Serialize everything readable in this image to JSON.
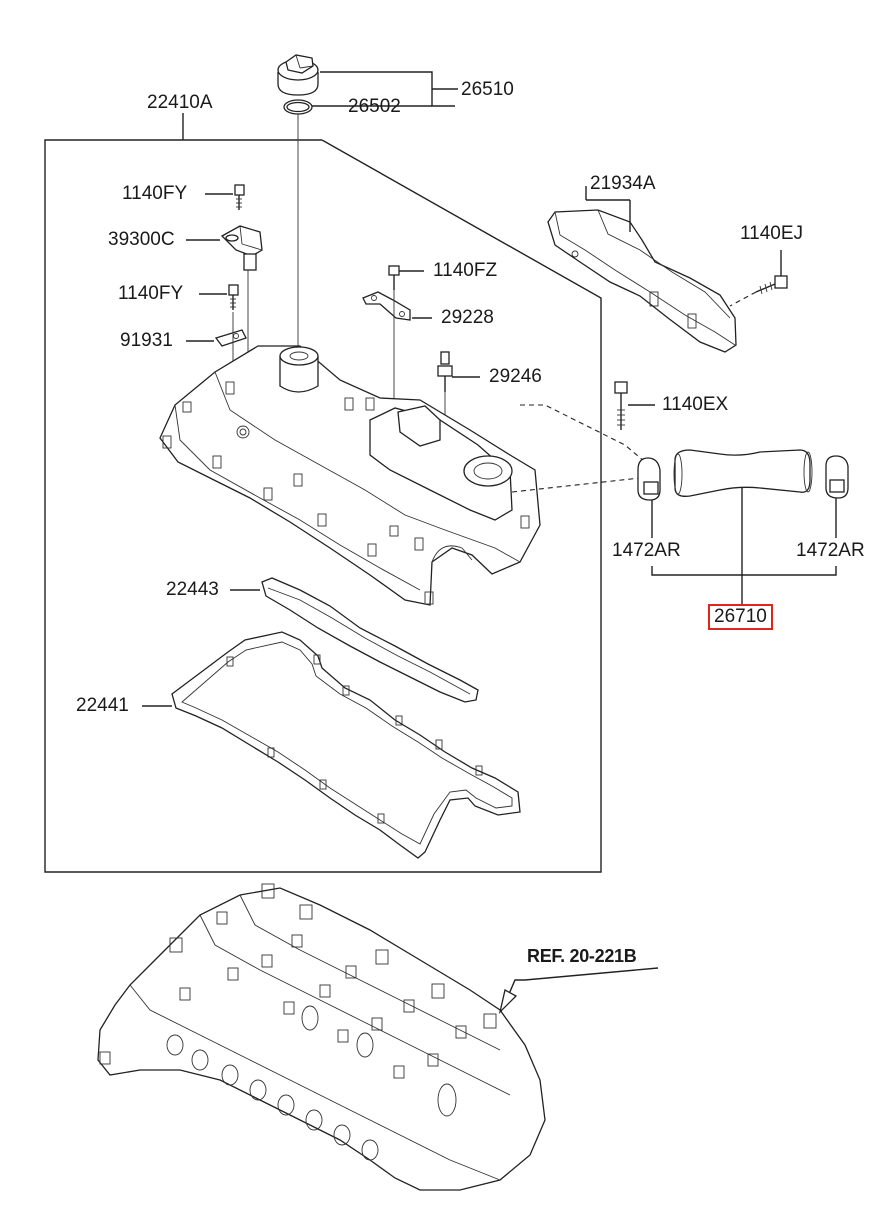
{
  "labels": {
    "cover_assembly": "22410A",
    "oil_filler_cap": "26510",
    "cap_gasket": "26502",
    "bolt_fy_top": "1140FY",
    "cam_sensor": "39300C",
    "bolt_fy_mid": "1140FY",
    "bracket_91931": "91931",
    "bolt_fz": "1140FZ",
    "bracket_29228": "29228",
    "stud_29246": "29246",
    "heat_shield": "21934A",
    "bolt_ej": "1140EJ",
    "bolt_ex": "1140EX",
    "clamp_left": "1472AR",
    "clamp_right": "1472AR",
    "breather_hose": "26710",
    "gasket_22443": "22443",
    "gasket_22441": "22441",
    "reference": "REF. 20-221B"
  },
  "highlight_color": "#e0251b"
}
